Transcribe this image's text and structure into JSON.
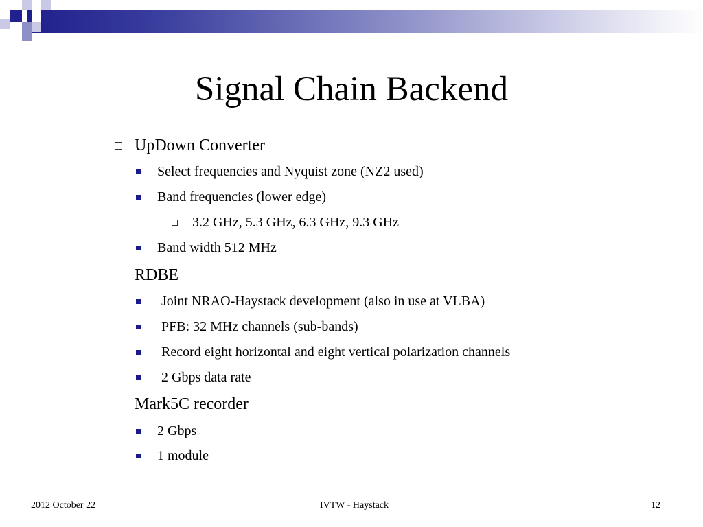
{
  "slide": {
    "title": "Signal Chain Backend",
    "items": [
      {
        "level": 1,
        "text": "UpDown Converter"
      },
      {
        "level": 2,
        "text": "Select frequencies and Nyquist zone (NZ2 used)"
      },
      {
        "level": 2,
        "text": "Band frequencies (lower edge)"
      },
      {
        "level": 3,
        "text": "3.2 GHz, 5.3 GHz, 6.3 GHz, 9.3 GHz"
      },
      {
        "level": 2,
        "text": "Band width  512 MHz"
      },
      {
        "level": 1,
        "text": "RDBE"
      },
      {
        "level": 2,
        "text": "Joint NRAO-Haystack development (also in use at VLBA)"
      },
      {
        "level": 2,
        "text": "PFB:  32 MHz channels (sub-bands)"
      },
      {
        "level": 2,
        "text": "Record eight horizontal and eight vertical polarization channels"
      },
      {
        "level": 2,
        "text": "2 Gbps data rate"
      },
      {
        "level": 1,
        "text": "Mark5C recorder"
      },
      {
        "level": 2,
        "text": "2 Gbps"
      },
      {
        "level": 2,
        "text": "1 module"
      }
    ]
  },
  "footer": {
    "date": "2012 October 22",
    "center": "IVTW - Haystack",
    "page": "12"
  },
  "theme": {
    "accent_dark": "#20208f",
    "accent_light": "#c9c9e6"
  }
}
